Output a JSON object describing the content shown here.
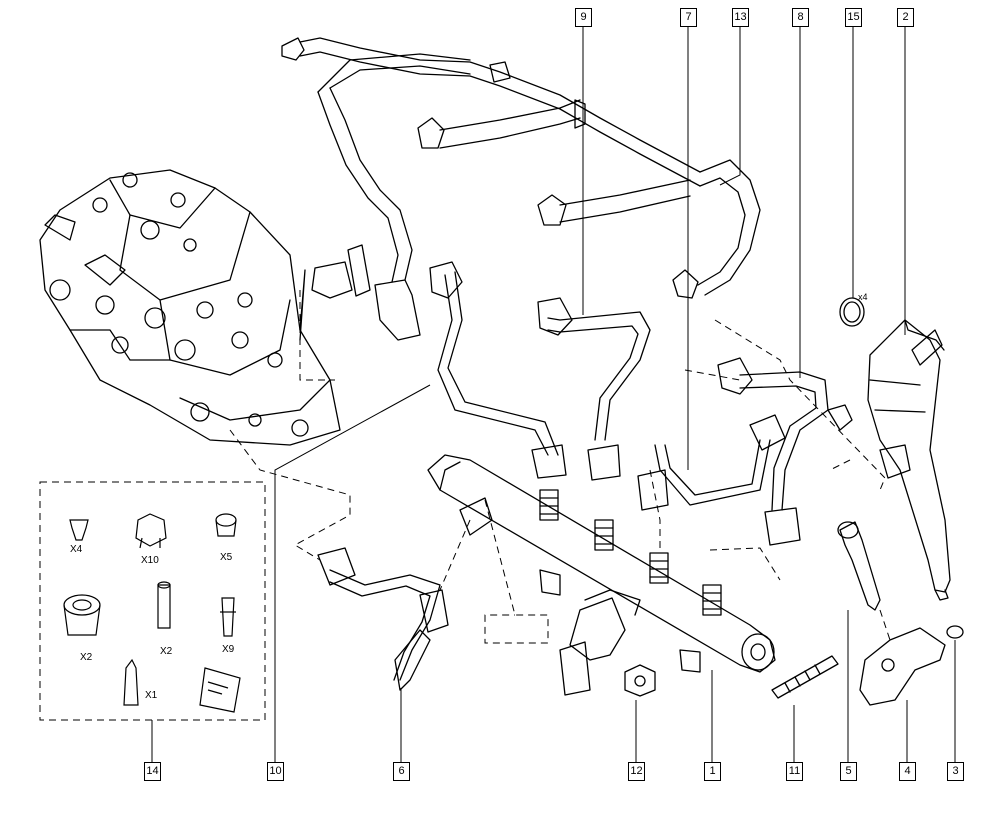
{
  "callouts": {
    "c1": "1",
    "c2": "2",
    "c3": "3",
    "c4": "4",
    "c5": "5",
    "c6": "6",
    "c7": "7",
    "c8": "8",
    "c9": "9",
    "c10": "10",
    "c11": "11",
    "c12": "12",
    "c13": "13",
    "c14": "14",
    "c15": "15"
  },
  "kit_labels": {
    "cap_small": "X4",
    "cap_hex": "X10",
    "cap_round": "X5",
    "plug_large": "X2",
    "pin_long": "X2",
    "pin_short": "X9",
    "cone": "X1"
  },
  "seal_qty": "x4",
  "colors": {
    "line": "#000000",
    "background": "#ffffff"
  }
}
